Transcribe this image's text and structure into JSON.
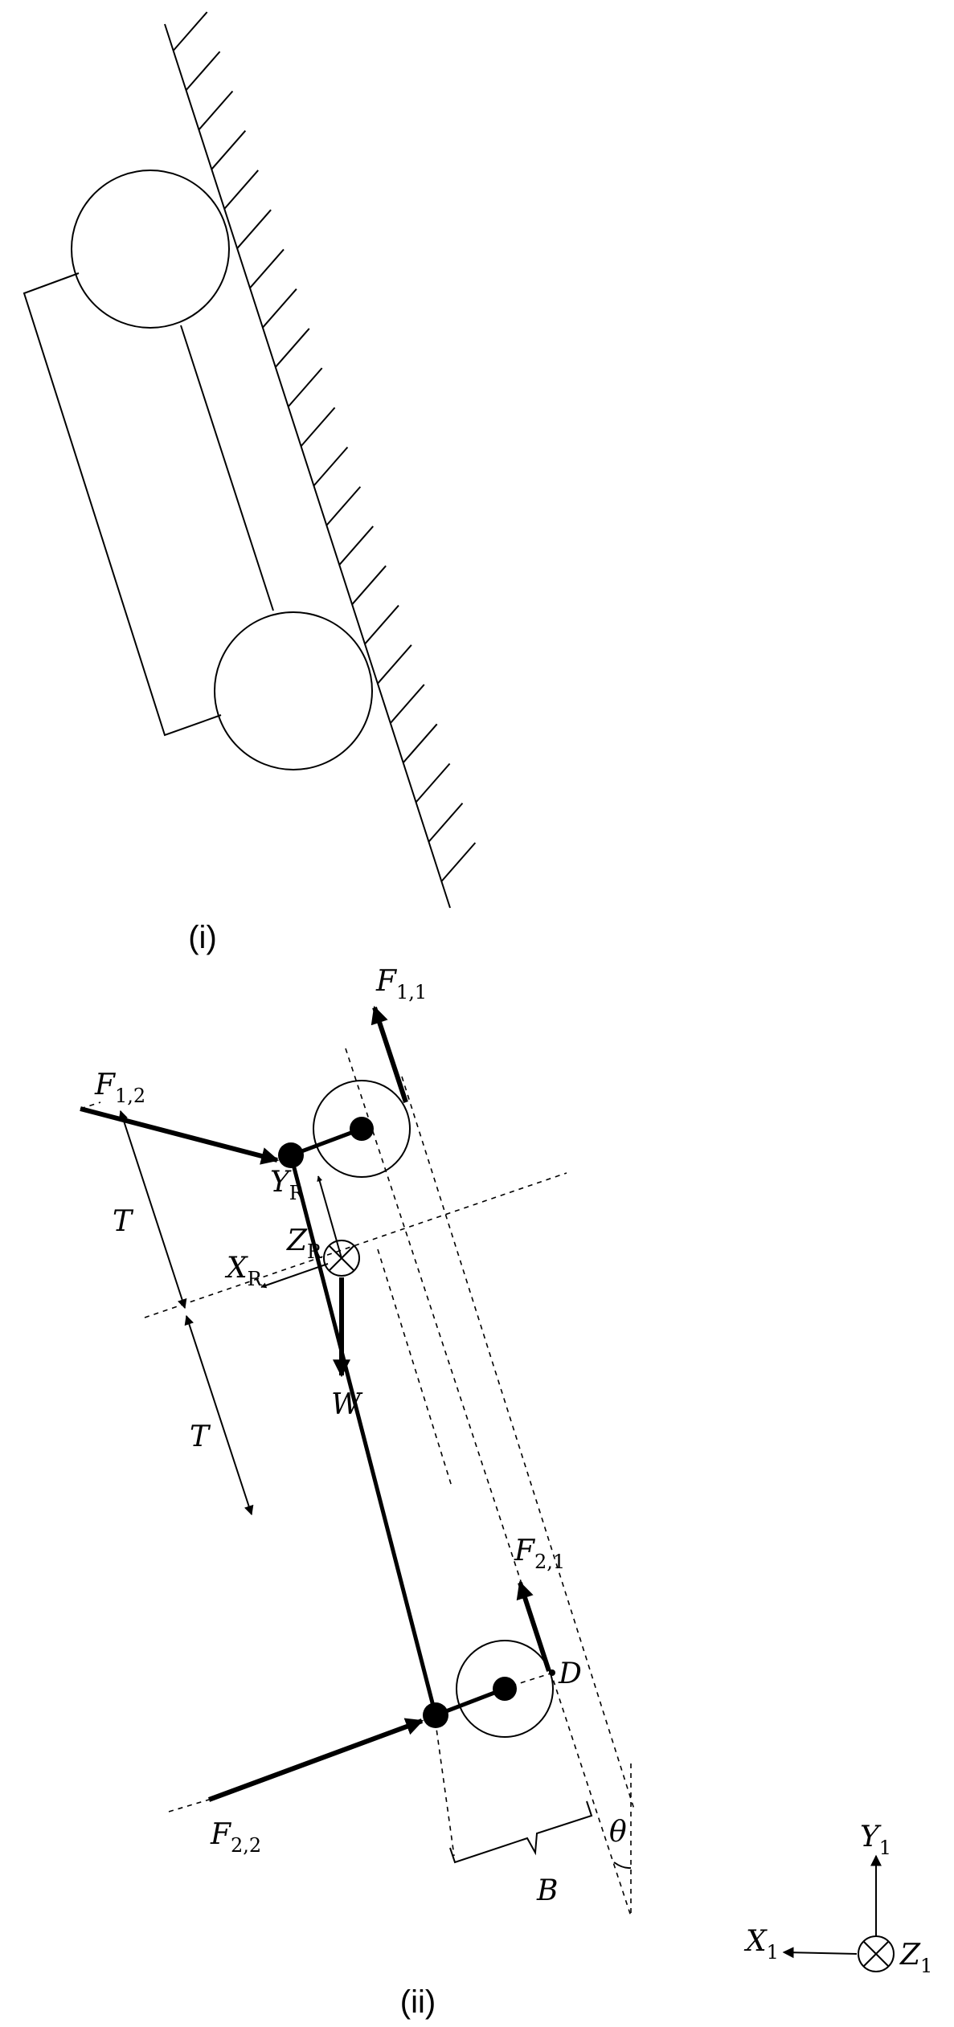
{
  "figure": {
    "panel_i": {
      "caption": "(i)"
    },
    "panel_ii": {
      "caption": "(ii)",
      "labels": {
        "f11": {
          "main": "F",
          "sub": "1,1"
        },
        "f12": {
          "main": "F",
          "sub": "1,2"
        },
        "f21": {
          "main": "F",
          "sub": "2,1"
        },
        "f22": {
          "main": "F",
          "sub": "2,2"
        },
        "yr": {
          "main": "Y",
          "sub": "R"
        },
        "xr": {
          "main": "X",
          "sub": "R"
        },
        "zr": {
          "main": "Z",
          "sub": "R"
        },
        "w": "W",
        "t_upper": "T",
        "t_lower": "T",
        "d": "D",
        "b": "B",
        "theta": "θ"
      }
    },
    "frame": {
      "y1": {
        "main": "Y",
        "sub": "1"
      },
      "x1": {
        "main": "X",
        "sub": "1"
      },
      "z1": {
        "main": "Z",
        "sub": "1"
      }
    }
  }
}
